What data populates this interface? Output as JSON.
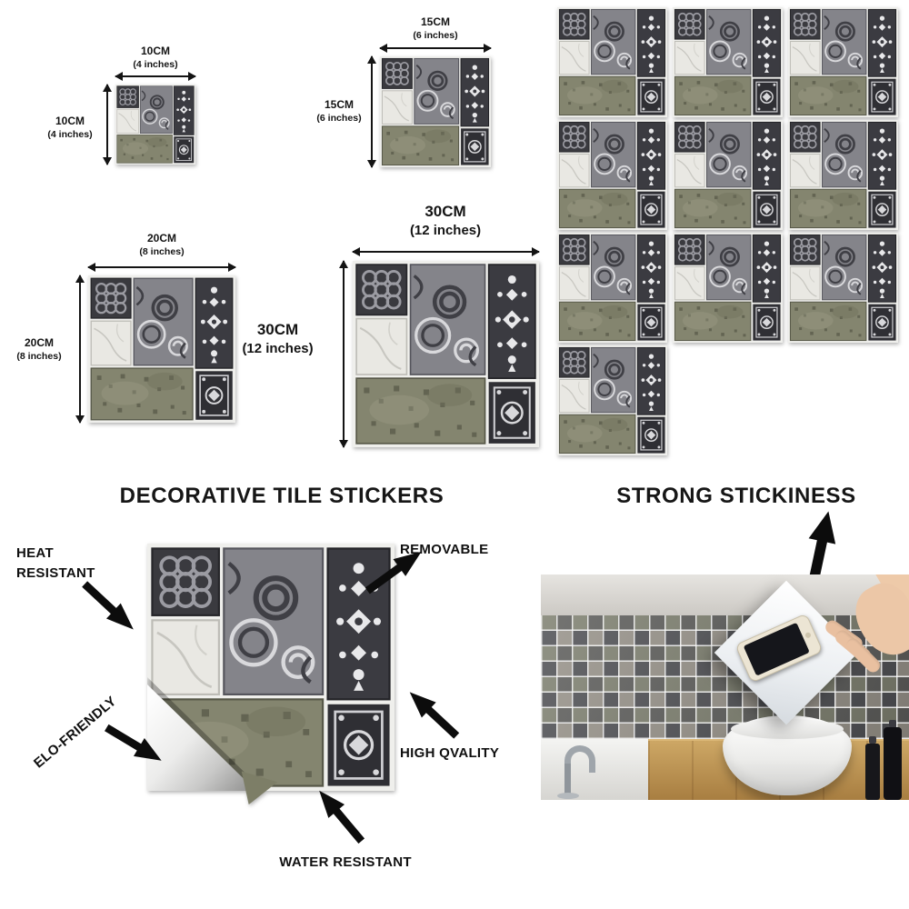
{
  "size_diagrams": [
    {
      "size": "10CM",
      "inches": "(4 inches)"
    },
    {
      "size": "15CM",
      "inches": "(6 inches)"
    },
    {
      "size": "20CM",
      "inches": "(8 inches)"
    },
    {
      "size": "30CM",
      "inches": "(12 inches)"
    }
  ],
  "tile_grid": {
    "tile_count": 10
  },
  "decorative_section": {
    "title": "DECORATIVE TILE STICKERS",
    "features": {
      "heat_line1": "HEAT",
      "heat_line2": "RESISTANT",
      "removable": "REMOVABLE",
      "eco": "ELO-FRIENDLY",
      "quality": "HIGH QVALITY",
      "water": "WATER RESISTANT"
    }
  },
  "stickiness_section": {
    "title": "STRONG STICKINESS"
  },
  "colors": {
    "arrow": "#0c0c0c",
    "text": "#141414",
    "tile_dark": "#3a3a3f",
    "tile_swirl_grey": "#84848a",
    "tile_marble": "#e9e8e3",
    "tile_moss_green": "#84856f",
    "wood_counter": "#b98f4e",
    "skin": "#ecc7a7"
  }
}
